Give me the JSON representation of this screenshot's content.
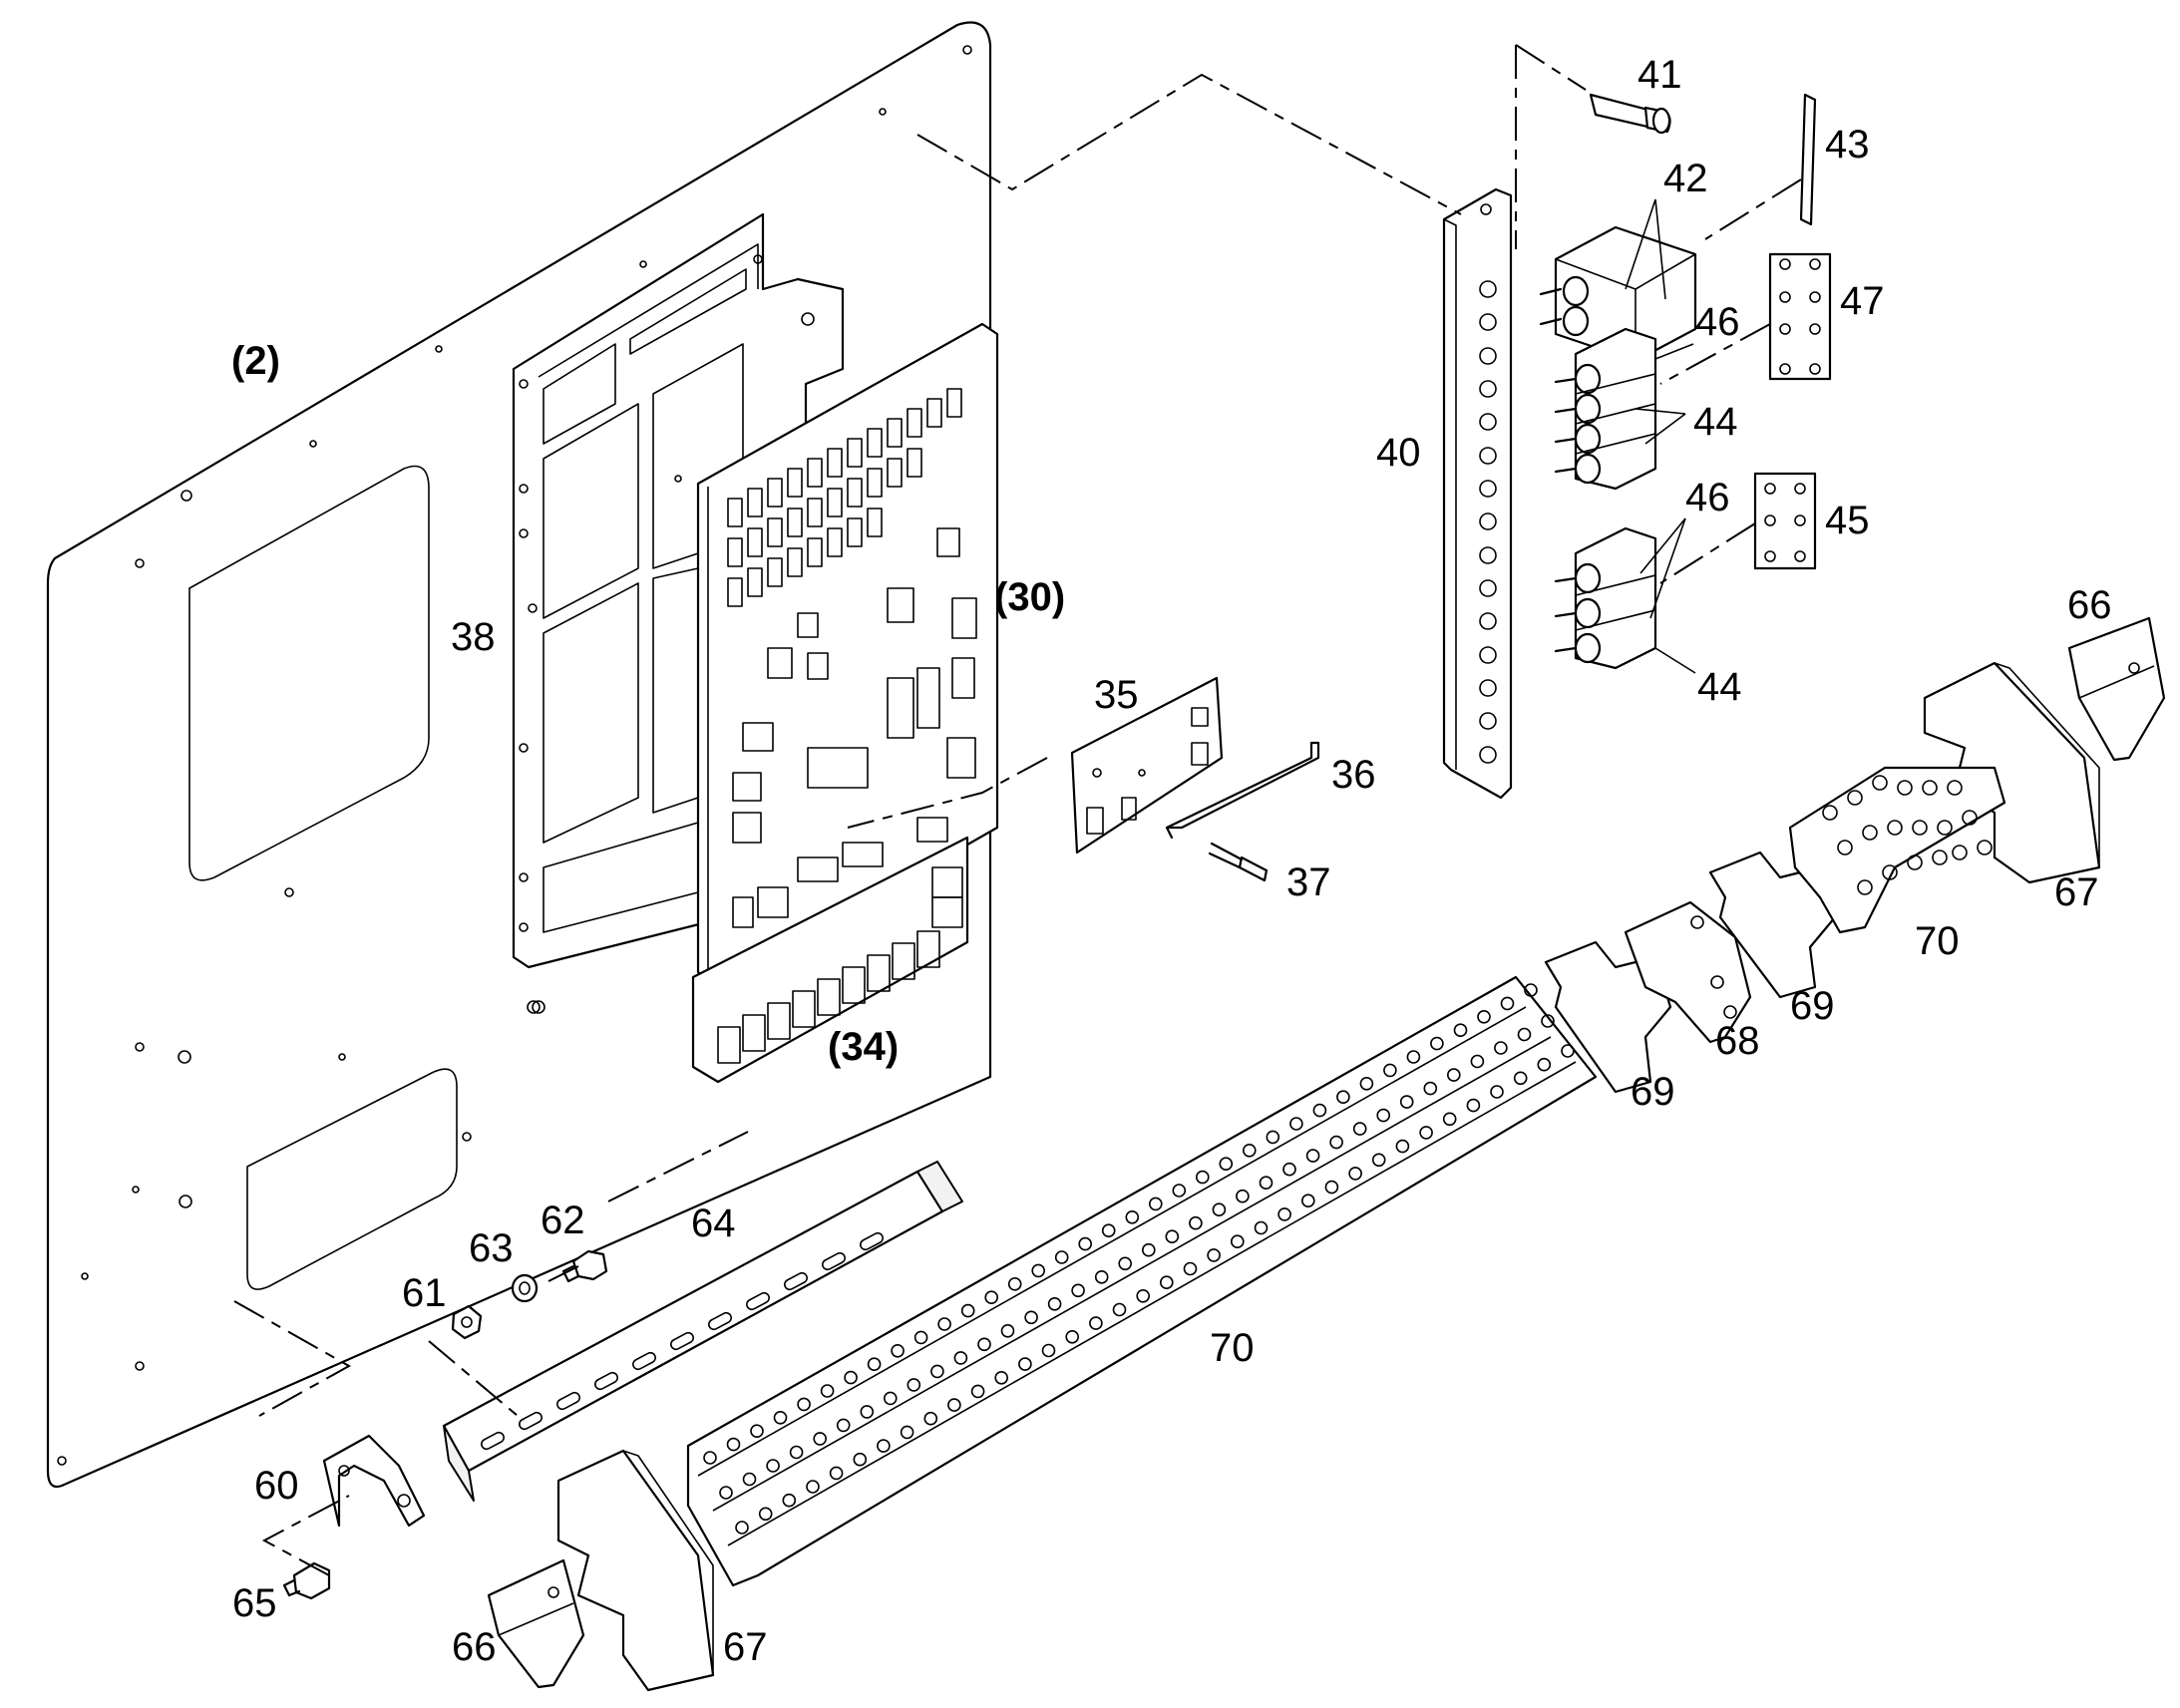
{
  "diagram": {
    "type": "exploded-parts-view",
    "callouts": [
      {
        "id": "c2",
        "text": "(2)",
        "bold": true
      },
      {
        "id": "c30",
        "text": "(30)",
        "bold": true
      },
      {
        "id": "c34",
        "text": "(34)",
        "bold": true
      },
      {
        "id": "c35",
        "text": "35"
      },
      {
        "id": "c36",
        "text": "36"
      },
      {
        "id": "c37",
        "text": "37"
      },
      {
        "id": "c38",
        "text": "38"
      },
      {
        "id": "c40",
        "text": "40"
      },
      {
        "id": "c41",
        "text": "41"
      },
      {
        "id": "c42",
        "text": "42"
      },
      {
        "id": "c43",
        "text": "43"
      },
      {
        "id": "c44a",
        "text": "44"
      },
      {
        "id": "c44b",
        "text": "44"
      },
      {
        "id": "c45",
        "text": "45"
      },
      {
        "id": "c46a",
        "text": "46"
      },
      {
        "id": "c46b",
        "text": "46"
      },
      {
        "id": "c47",
        "text": "47"
      },
      {
        "id": "c60",
        "text": "60"
      },
      {
        "id": "c61",
        "text": "61"
      },
      {
        "id": "c62",
        "text": "62"
      },
      {
        "id": "c63",
        "text": "63"
      },
      {
        "id": "c64",
        "text": "64"
      },
      {
        "id": "c65",
        "text": "65"
      },
      {
        "id": "c66a",
        "text": "66"
      },
      {
        "id": "c66b",
        "text": "66"
      },
      {
        "id": "c67a",
        "text": "67"
      },
      {
        "id": "c67b",
        "text": "67"
      },
      {
        "id": "c68",
        "text": "68"
      },
      {
        "id": "c69a",
        "text": "69"
      },
      {
        "id": "c69b",
        "text": "69"
      },
      {
        "id": "c70a",
        "text": "70"
      },
      {
        "id": "c70b",
        "text": "70"
      }
    ]
  }
}
